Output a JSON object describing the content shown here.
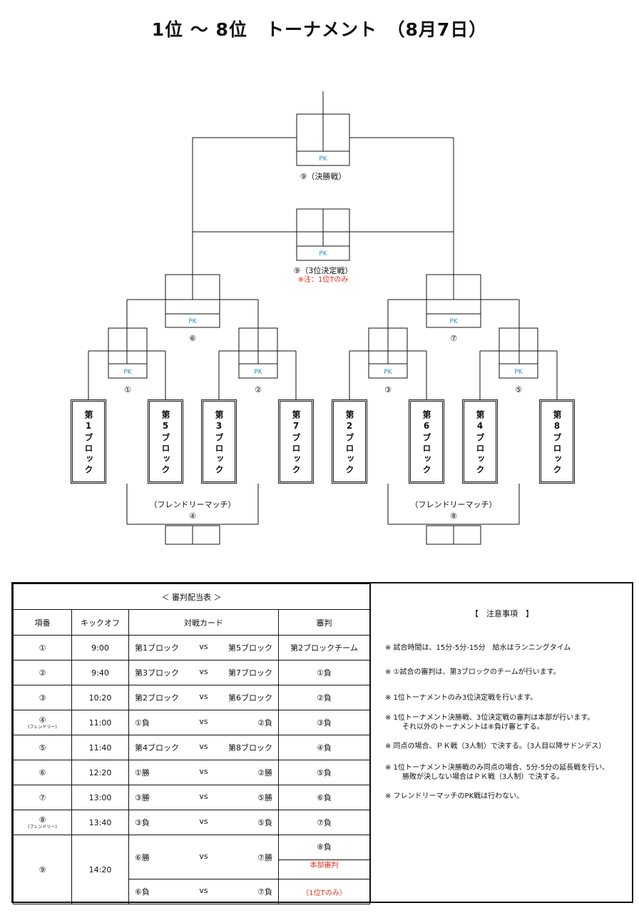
{
  "title": "1位 ～ 8位　トーナメント　（8月7日）",
  "bracket": {
    "pk": "PK",
    "final_label": "⑨（決勝戦）",
    "third_label": "⑨（3位決定戦）",
    "third_note": "※注：1位Tのみ",
    "m1": "①",
    "m2": "②",
    "m3": "③",
    "m5": "⑤",
    "m6": "⑥",
    "m7": "⑦",
    "friendly_left": "（フレンドリーマッチ）",
    "friendly_left_num": "④",
    "friendly_right": "（フレンドリーマッチ）",
    "friendly_right_num": "⑧",
    "blocks": [
      "第1ブロック",
      "第5ブロック",
      "第3ブロック",
      "第7ブロック",
      "第2ブロック",
      "第6ブロック",
      "第4ブロック",
      "第8ブロック"
    ]
  },
  "table": {
    "title": "＜ 審判配当表 ＞",
    "headers": [
      "項番",
      "キックオフ",
      "対戦カード",
      "審判"
    ],
    "vs": "vs",
    "friendly_sub": "(フレンドリー)",
    "rows": [
      {
        "no": "①",
        "time": "9:00",
        "a": "第1ブロック",
        "b": "第5ブロック",
        "ref": "第2ブロックチーム"
      },
      {
        "no": "②",
        "time": "9:40",
        "a": "第3ブロック",
        "b": "第7ブロック",
        "ref": "①負"
      },
      {
        "no": "③",
        "time": "10:20",
        "a": "第2ブロック",
        "b": "第6ブロック",
        "ref": "②負"
      },
      {
        "no": "④",
        "time": "11:00",
        "a": "①負",
        "b": "②負",
        "ref": "③負"
      },
      {
        "no": "⑤",
        "time": "11:40",
        "a": "第4ブロック",
        "b": "第8ブロック",
        "ref": "④負"
      },
      {
        "no": "⑥",
        "time": "12:20",
        "a": "①勝",
        "b": "②勝",
        "ref": "⑤負"
      },
      {
        "no": "⑦",
        "time": "13:00",
        "a": "③勝",
        "b": "⑤勝",
        "ref": "⑥負"
      },
      {
        "no": "⑧",
        "time": "13:40",
        "a": "③負",
        "b": "⑤負",
        "ref": "⑦負"
      },
      {
        "no": "⑨",
        "time": "14:20",
        "a": "⑥勝",
        "b": "⑦勝",
        "ref": "⑧負",
        "a2": "⑥負",
        "b2": "⑦負",
        "ref2_line1": "本部審判",
        "ref2_line2": "（1位Tのみ）"
      }
    ]
  },
  "notes": {
    "title": "【　注意事項　】",
    "items": [
      "※ 試合時間は、15分-5分-15分　給水はランニングタイム",
      "※ ①試合の審判は、第3ブロックのチームが行います。",
      "※ 1位トーナメントのみ3位決定戦を行います。",
      "※ 1位トーナメント決勝戦、3位決定戦の審判は本部が行います。",
      "それ以外のトーナメントは⑧負け審とする。",
      "※ 同点の場合、ＰＫ戦（3人制）で決する。（3人目以降サドンデス）",
      "※ 1位トーナメント決勝戦のみ同点の場合、5分-5分の延長戦を行い、",
      "勝敗が決しない場合はＰＫ戦（3人制）で決する。",
      "※ フレンドリーマッチのPK戦は行わない。"
    ]
  }
}
